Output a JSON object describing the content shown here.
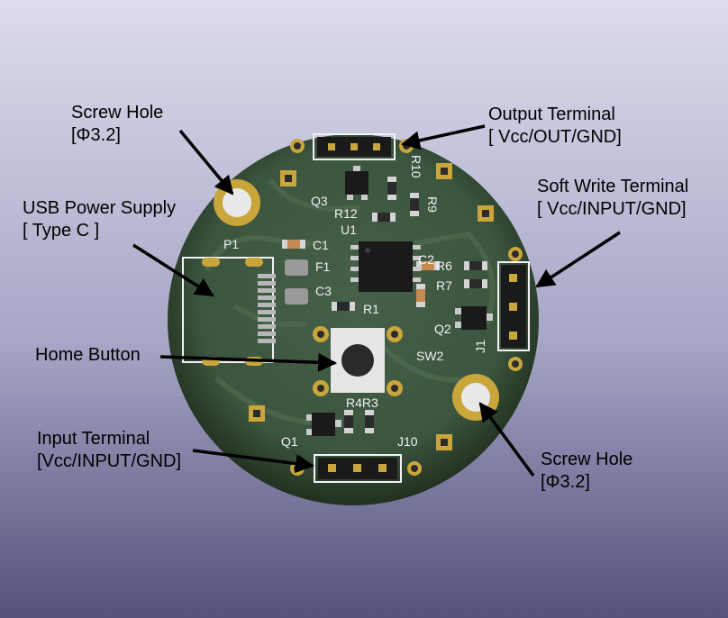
{
  "callouts": {
    "screw_hole_tl": {
      "title": "Screw Hole",
      "spec": "[Φ3.2]"
    },
    "output_terminal": {
      "title": "Output Terminal",
      "spec": "[ Vcc/OUT/GND]"
    },
    "soft_write_terminal": {
      "title": "Soft Write Terminal",
      "spec": "[ Vcc/INPUT/GND]"
    },
    "usb_power": {
      "title": "USB Power Supply",
      "spec": "[ Type C ]"
    },
    "home_button": {
      "title": "Home Button"
    },
    "input_terminal": {
      "title": "Input Terminal",
      "spec": "[Vcc/INPUT/GND]"
    },
    "screw_hole_br": {
      "title": "Screw Hole",
      "spec": "[Φ3.2]"
    }
  },
  "silkscreen": {
    "p1": "P1",
    "q3": "Q3",
    "r12": "R12",
    "u1": "U1",
    "r10": "R10",
    "r9": "R9",
    "c1": "C1",
    "f1": "F1",
    "c3": "C3",
    "c2": "C2",
    "r6": "R6",
    "r7": "R7",
    "r1": "R1",
    "q2": "Q2",
    "sw2": "SW2",
    "j1": "J1",
    "r4r3": "R4R3",
    "q1": "Q1",
    "j10": "J10"
  },
  "colors": {
    "board": "#3e5842",
    "board_edge": "#22301f",
    "pad": "#c9a63c",
    "silkscreen": "#f2f2f2",
    "header": "#1a1a1a",
    "arrow": "#000000"
  }
}
